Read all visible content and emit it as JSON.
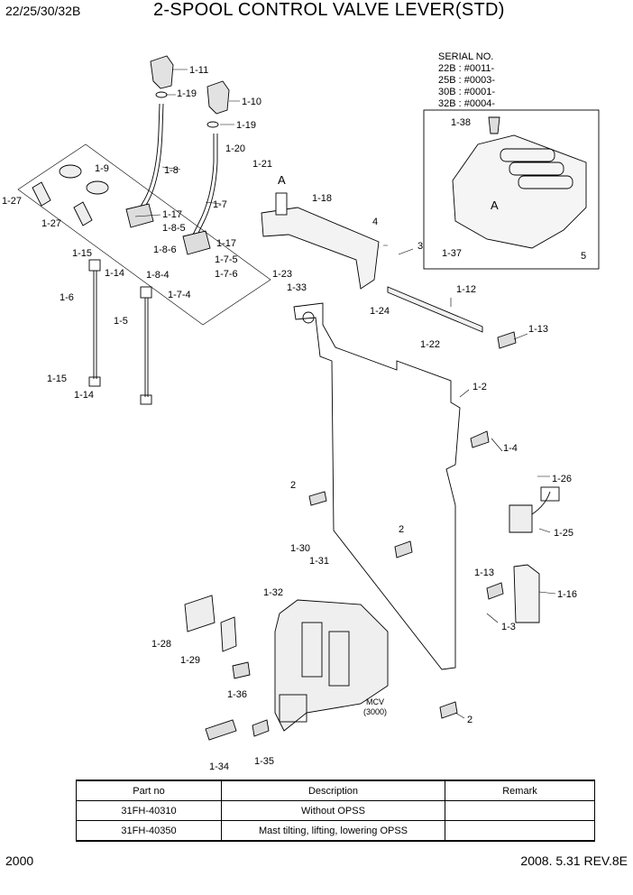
{
  "header": {
    "model": "22/25/30/32B",
    "title": "2-SPOOL CONTROL VALVE LEVER(STD)"
  },
  "serial": {
    "heading": "SERIAL NO.",
    "lines": [
      "22B : #0011-",
      "25B : #0003-",
      "30B : #0001-",
      "32B : #0004-"
    ]
  },
  "labels": {
    "l1_11": "1-11",
    "l1_19a": "1-19",
    "l1_10": "1-10",
    "l1_19b": "1-19",
    "l1_20": "1-20",
    "l1_21": "1-21",
    "l1_8": "1-8",
    "l1_9": "1-9",
    "l1_27a": "1-27",
    "l1_27b": "1-27",
    "l1_7": "1-7",
    "l1_17a": "1-17",
    "l1_8_5": "1-8-5",
    "l1_8_6": "1-8-6",
    "l1_15a": "1-15",
    "l1_14a": "1-14",
    "l1_8_4": "1-8-4",
    "l1_17b": "1-17",
    "l1_7_5": "1-7-5",
    "l1_7_6": "1-7-6",
    "l1_7_4": "1-7-4",
    "l1_6": "1-6",
    "l1_5": "1-5",
    "l1_15b": "1-15",
    "l1_14b": "1-14",
    "lA1": "A",
    "l1_18": "1-18",
    "l4": "4",
    "l3": "3",
    "l1_23": "1-23",
    "l1_33": "1-33",
    "l1_24": "1-24",
    "l1_12": "1-12",
    "l1_22": "1-22",
    "l1_13a": "1-13",
    "l1_2": "1-2",
    "l1_4": "1-4",
    "l1_26": "1-26",
    "l2a": "2",
    "l1_25": "1-25",
    "l2b": "2",
    "l1_13b": "1-13",
    "l1_16": "1-16",
    "l1_3": "1-3",
    "l1_30": "1-30",
    "l1_31": "1-31",
    "l1_32": "1-32",
    "l1_28": "1-28",
    "l1_29": "1-29",
    "l1_36": "1-36",
    "lmcv": "MCV",
    "lmcv2": "(3000)",
    "l2c": "2",
    "l1_34": "1-34",
    "l1_35": "1-35",
    "l1_38": "1-38",
    "lA2": "A",
    "l1_37": "1-37",
    "l5": "5"
  },
  "table": {
    "headers": [
      "Part no",
      "Description",
      "Remark"
    ],
    "rows": [
      [
        "31FH-40310",
        "Without OPSS",
        ""
      ],
      [
        "31FH-40350",
        "Mast tilting, lifting, lowering OPSS",
        ""
      ]
    ]
  },
  "footer": {
    "page": "2000",
    "date_rev": "2008. 5.31  REV.8E"
  }
}
